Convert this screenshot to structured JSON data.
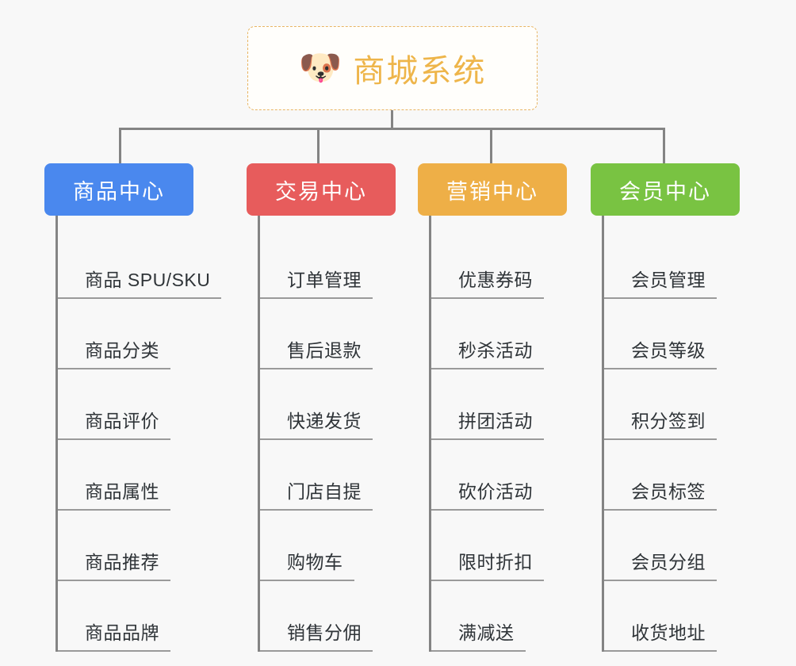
{
  "diagram": {
    "type": "mindmap",
    "background_color": "#f8f8f8",
    "line_color": "#848484",
    "root": {
      "icon": "shiba-dog-face",
      "icon_glyph": "🐶",
      "title": "商城系统",
      "text_color": "#eeb54a",
      "border_color": "#e8b563",
      "background_color": "#fffefb"
    },
    "branches": [
      {
        "label": "商品中心",
        "color": "#4a88ee",
        "items": [
          "商品 SPU/SKU",
          "商品分类",
          "商品评价",
          "商品属性",
          "商品推荐",
          "商品品牌"
        ]
      },
      {
        "label": "交易中心",
        "color": "#e75c5c",
        "items": [
          "订单管理",
          "售后退款",
          "快递发货",
          "门店自提",
          "购物车",
          "销售分佣"
        ]
      },
      {
        "label": "营销中心",
        "color": "#eeaf47",
        "items": [
          "优惠券码",
          "秒杀活动",
          "拼团活动",
          "砍价活动",
          "限时折扣",
          "满减送"
        ]
      },
      {
        "label": "会员中心",
        "color": "#79c342",
        "items": [
          "会员管理",
          "会员等级",
          "积分签到",
          "会员标签",
          "会员分组",
          "收货地址"
        ]
      }
    ]
  }
}
